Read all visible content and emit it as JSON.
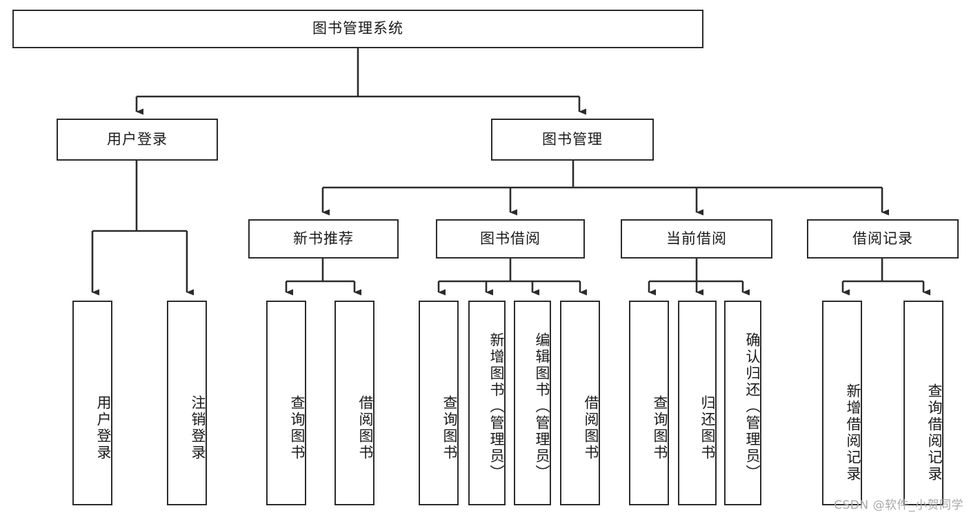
{
  "diagram": {
    "title": "图书管理系统",
    "type": "tree-hierarchy-chart",
    "watermark": "CSDN @软件_小贺同学",
    "colors": {
      "stroke": "#2b2b2b",
      "fill": "#ffffff",
      "text": "#1a1a1a",
      "watermark": "#a8a8a8"
    },
    "root": {
      "label": "图书管理系统"
    },
    "level2": [
      {
        "label": "用户登录"
      },
      {
        "label": "图书管理"
      }
    ],
    "level3": [
      {
        "label": "新书推荐"
      },
      {
        "label": "图书借阅"
      },
      {
        "label": "当前借阅"
      },
      {
        "label": "借阅记录"
      }
    ],
    "leaves": {
      "user_login": [
        {
          "label": "用户登录"
        },
        {
          "label": "注销登录"
        }
      ],
      "new_book_recommend": [
        {
          "label": "查询图书"
        },
        {
          "label": "借阅图书"
        }
      ],
      "book_borrow": [
        {
          "label": "查询图书"
        },
        {
          "label": "新增图书（管理员）"
        },
        {
          "label": "编辑图书（管理员）"
        },
        {
          "label": "借阅图书"
        }
      ],
      "current_borrow": [
        {
          "label": "查询图书"
        },
        {
          "label": "归还图书"
        },
        {
          "label": "确认归还（管理员）"
        }
      ],
      "borrow_records": [
        {
          "label": "新增借阅记录"
        },
        {
          "label": "查询借阅记录"
        }
      ]
    }
  }
}
